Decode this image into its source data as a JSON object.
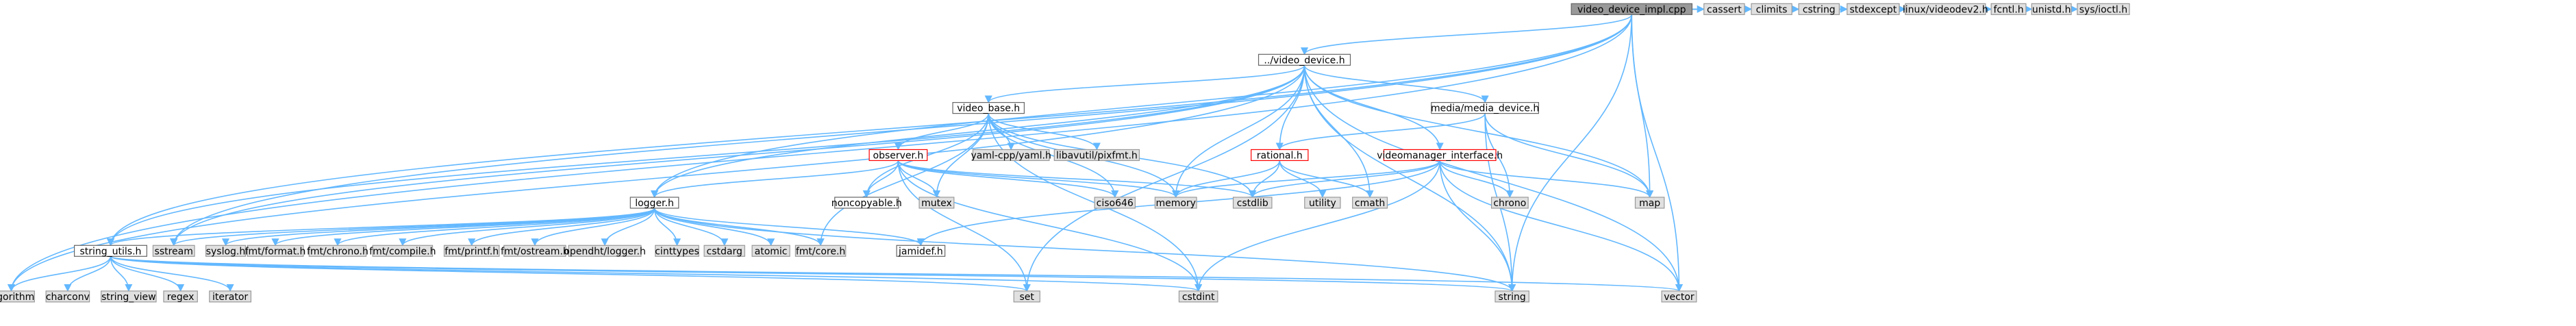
{
  "colors": {
    "edge": "#63b8ff",
    "root_fill": "#999999",
    "node_fill": "#ffffff",
    "system_fill": "#e0e0e0",
    "node_border": "#666666",
    "system_border": "#999999",
    "highlight_border": "#ff0000",
    "text": "#000000"
  },
  "nodes": [
    {
      "id": "root",
      "label": "video_device_impl.cpp",
      "style": "root"
    },
    {
      "id": "vdh",
      "label": "../video_device.h",
      "style": "normal"
    },
    {
      "id": "cassert",
      "label": "cassert",
      "style": "system"
    },
    {
      "id": "climits",
      "label": "climits",
      "style": "system"
    },
    {
      "id": "cstring",
      "label": "cstring",
      "style": "system"
    },
    {
      "id": "stdexcept",
      "label": "stdexcept",
      "style": "system"
    },
    {
      "id": "videodev2",
      "label": "linux/videodev2.h",
      "style": "system"
    },
    {
      "id": "fcntl",
      "label": "fcntl.h",
      "style": "system"
    },
    {
      "id": "unistd",
      "label": "unistd.h",
      "style": "system"
    },
    {
      "id": "sysioctl",
      "label": "sys/ioctl.h",
      "style": "system"
    },
    {
      "id": "video_base",
      "label": "video_base.h",
      "style": "normal"
    },
    {
      "id": "media_device",
      "label": "media/media_device.h",
      "style": "normal"
    },
    {
      "id": "observer",
      "label": "observer.h",
      "style": "highlight"
    },
    {
      "id": "yaml",
      "label": "yaml-cpp/yaml.h",
      "style": "system"
    },
    {
      "id": "pixfmt",
      "label": "libavutil/pixfmt.h",
      "style": "system"
    },
    {
      "id": "rational",
      "label": "rational.h",
      "style": "highlight"
    },
    {
      "id": "vmi",
      "label": "videomanager_interface.h",
      "style": "highlight"
    },
    {
      "id": "logger",
      "label": "logger.h",
      "style": "normal"
    },
    {
      "id": "noncopyable",
      "label": "noncopyable.h",
      "style": "normal"
    },
    {
      "id": "mutex",
      "label": "mutex",
      "style": "system"
    },
    {
      "id": "ciso646",
      "label": "ciso646",
      "style": "system"
    },
    {
      "id": "memory",
      "label": "memory",
      "style": "system"
    },
    {
      "id": "cstdlib",
      "label": "cstdlib",
      "style": "system"
    },
    {
      "id": "utility",
      "label": "utility",
      "style": "system"
    },
    {
      "id": "cmath",
      "label": "cmath",
      "style": "system"
    },
    {
      "id": "chrono",
      "label": "chrono",
      "style": "system"
    },
    {
      "id": "map",
      "label": "map",
      "style": "system"
    },
    {
      "id": "string_utils",
      "label": "string_utils.h",
      "style": "normal"
    },
    {
      "id": "sstream",
      "label": "sstream",
      "style": "system"
    },
    {
      "id": "syslog",
      "label": "syslog.h",
      "style": "system"
    },
    {
      "id": "fmt_format",
      "label": "fmt/format.h",
      "style": "system"
    },
    {
      "id": "fmt_chrono",
      "label": "fmt/chrono.h",
      "style": "system"
    },
    {
      "id": "fmt_compile",
      "label": "fmt/compile.h",
      "style": "system"
    },
    {
      "id": "fmt_printf",
      "label": "fmt/printf.h",
      "style": "system"
    },
    {
      "id": "fmt_ostream",
      "label": "fmt/ostream.h",
      "style": "system"
    },
    {
      "id": "opendht",
      "label": "opendht/logger.h",
      "style": "system"
    },
    {
      "id": "cinttypes",
      "label": "cinttypes",
      "style": "system"
    },
    {
      "id": "cstdarg",
      "label": "cstdarg",
      "style": "system"
    },
    {
      "id": "atomic",
      "label": "atomic",
      "style": "system"
    },
    {
      "id": "fmt_core",
      "label": "fmt/core.h",
      "style": "system"
    },
    {
      "id": "jamidef",
      "label": "jamidef.h",
      "style": "normal"
    },
    {
      "id": "algorithm",
      "label": "algorithm",
      "style": "system"
    },
    {
      "id": "charconv",
      "label": "charconv",
      "style": "system"
    },
    {
      "id": "string_view",
      "label": "string_view",
      "style": "system"
    },
    {
      "id": "regex",
      "label": "regex",
      "style": "system"
    },
    {
      "id": "iterator",
      "label": "iterator",
      "style": "system"
    },
    {
      "id": "set",
      "label": "set",
      "style": "system"
    },
    {
      "id": "cstdint",
      "label": "cstdint",
      "style": "system"
    },
    {
      "id": "string",
      "label": "string",
      "style": "system"
    },
    {
      "id": "vector",
      "label": "vector",
      "style": "system"
    }
  ],
  "edges": [
    [
      "root",
      "vdh"
    ],
    [
      "root",
      "cassert"
    ],
    [
      "root",
      "climits"
    ],
    [
      "root",
      "cstring"
    ],
    [
      "root",
      "stdexcept"
    ],
    [
      "root",
      "videodev2"
    ],
    [
      "root",
      "fcntl"
    ],
    [
      "root",
      "unistd"
    ],
    [
      "root",
      "sysioctl"
    ],
    [
      "root",
      "algorithm"
    ],
    [
      "root",
      "string_utils"
    ],
    [
      "root",
      "sstream"
    ],
    [
      "root",
      "logger"
    ],
    [
      "root",
      "map"
    ],
    [
      "root",
      "string"
    ],
    [
      "root",
      "vector"
    ],
    [
      "vdh",
      "video_base"
    ],
    [
      "vdh",
      "media_device"
    ],
    [
      "vdh",
      "rational"
    ],
    [
      "vdh",
      "vmi"
    ],
    [
      "vdh",
      "logger"
    ],
    [
      "vdh",
      "string_utils"
    ],
    [
      "vdh",
      "sstream"
    ],
    [
      "vdh",
      "algorithm"
    ],
    [
      "vdh",
      "memory"
    ],
    [
      "vdh",
      "cmath"
    ],
    [
      "vdh",
      "map"
    ],
    [
      "vdh",
      "string"
    ],
    [
      "vdh",
      "vector"
    ],
    [
      "vdh",
      "set"
    ],
    [
      "video_base",
      "observer"
    ],
    [
      "video_base",
      "yaml"
    ],
    [
      "video_base",
      "pixfmt"
    ],
    [
      "video_base",
      "noncopyable"
    ],
    [
      "video_base",
      "ciso646"
    ],
    [
      "video_base",
      "memory"
    ],
    [
      "video_base",
      "cstdlib"
    ],
    [
      "video_base",
      "cstdint"
    ],
    [
      "video_base",
      "mutex"
    ],
    [
      "video_base",
      "fmt_core"
    ],
    [
      "observer",
      "logger"
    ],
    [
      "observer",
      "noncopyable"
    ],
    [
      "observer",
      "mutex"
    ],
    [
      "observer",
      "ciso646"
    ],
    [
      "observer",
      "memory"
    ],
    [
      "observer",
      "set"
    ],
    [
      "observer",
      "cstdint"
    ],
    [
      "observer",
      "cstdlib"
    ],
    [
      "media_device",
      "rational"
    ],
    [
      "media_device",
      "string"
    ],
    [
      "media_device",
      "chrono"
    ],
    [
      "media_device",
      "map"
    ],
    [
      "rational",
      "utility"
    ],
    [
      "rational",
      "cmath"
    ],
    [
      "rational",
      "cstdlib"
    ],
    [
      "rational",
      "memory"
    ],
    [
      "vmi",
      "cstdlib"
    ],
    [
      "vmi",
      "cstdint"
    ],
    [
      "vmi",
      "chrono"
    ],
    [
      "vmi",
      "map"
    ],
    [
      "vmi",
      "string"
    ],
    [
      "vmi",
      "vector"
    ],
    [
      "vmi",
      "jamidef"
    ],
    [
      "vmi",
      "memory"
    ],
    [
      "logger",
      "string_utils"
    ],
    [
      "logger",
      "sstream"
    ],
    [
      "logger",
      "syslog"
    ],
    [
      "logger",
      "fmt_format"
    ],
    [
      "logger",
      "fmt_chrono"
    ],
    [
      "logger",
      "fmt_compile"
    ],
    [
      "logger",
      "fmt_printf"
    ],
    [
      "logger",
      "fmt_ostream"
    ],
    [
      "logger",
      "opendht"
    ],
    [
      "logger",
      "cinttypes"
    ],
    [
      "logger",
      "cstdarg"
    ],
    [
      "logger",
      "atomic"
    ],
    [
      "logger",
      "fmt_core"
    ],
    [
      "logger",
      "jamidef"
    ],
    [
      "logger",
      "string"
    ],
    [
      "string_utils",
      "algorithm"
    ],
    [
      "string_utils",
      "charconv"
    ],
    [
      "string_utils",
      "string_view"
    ],
    [
      "string_utils",
      "regex"
    ],
    [
      "string_utils",
      "iterator"
    ],
    [
      "string_utils",
      "set"
    ],
    [
      "string_utils",
      "cstdint"
    ],
    [
      "string_utils",
      "string"
    ],
    [
      "string_utils",
      "vector"
    ]
  ]
}
